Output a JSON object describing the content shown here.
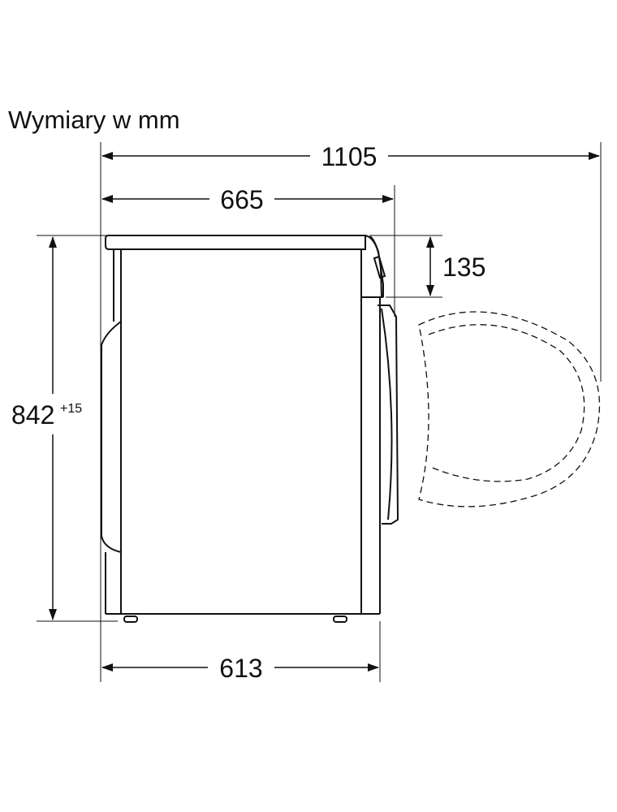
{
  "title": "Wymiary w mm",
  "dimensions": {
    "total_depth_door_open": "1105",
    "depth_top": "665",
    "control_panel_height": "135",
    "height": "842",
    "height_tolerance": "+15",
    "depth_base": "613"
  },
  "colors": {
    "line": "#111111",
    "background": "#ffffff"
  }
}
